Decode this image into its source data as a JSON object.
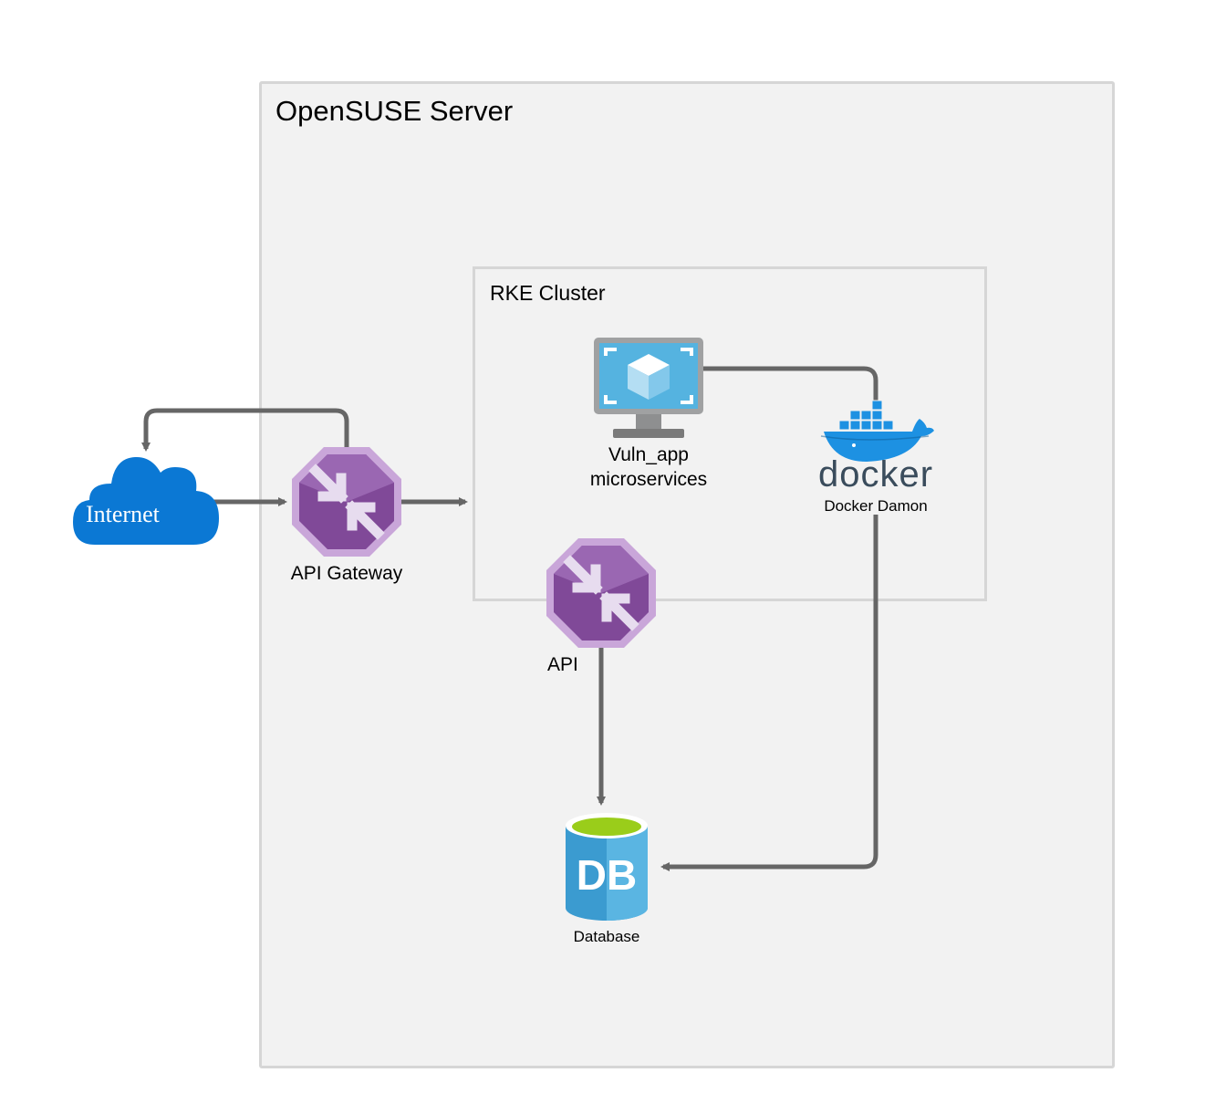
{
  "diagram": {
    "server": {
      "title": "OpenSUSE Server"
    },
    "cluster": {
      "title": "RKE Cluster"
    },
    "nodes": {
      "internet": {
        "label": "Internet"
      },
      "api_gateway": {
        "label": "API Gateway"
      },
      "vuln_app": {
        "label_line1": "Vuln_app",
        "label_line2": "microservices"
      },
      "docker": {
        "logo_text": "docker",
        "label": "Docker Damon"
      },
      "api": {
        "label": "API"
      },
      "database": {
        "icon_text": "DB",
        "label": "Database"
      }
    },
    "edges": [
      {
        "from": "api_gateway",
        "to": "internet"
      },
      {
        "from": "internet",
        "to": "api_gateway"
      },
      {
        "from": "api_gateway",
        "to": "cluster"
      },
      {
        "from": "docker",
        "to": "vuln_app"
      },
      {
        "from": "api",
        "to": "database"
      },
      {
        "from": "docker",
        "to": "database"
      }
    ],
    "colors": {
      "server_fill": "#f2f2f2",
      "border": "#d6d6d6",
      "arrow": "#666666",
      "cloud": "#0b78d4",
      "gateway_purple": "#804998",
      "docker_blue": "#1d91e2",
      "db_blue": "#3b9bd0",
      "db_top": "#9acd1a"
    },
    "icons": [
      "cloud-icon",
      "api-management-icon",
      "virtual-machine-icon",
      "docker-whale-icon",
      "database-icon"
    ]
  }
}
